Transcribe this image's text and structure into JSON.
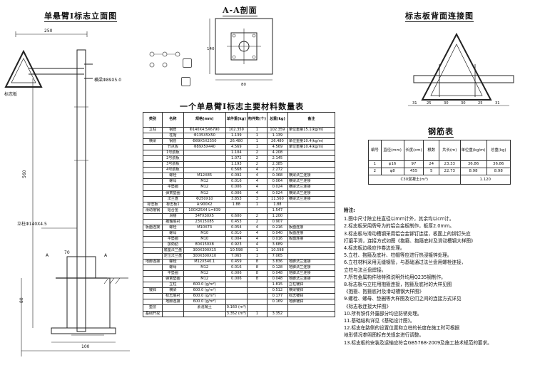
{
  "elevation": {
    "title": "单悬臂Ⅰ标志立面图",
    "dim_top": "250",
    "dim_height": "560",
    "dim_bottom": "100",
    "dim_left_small": "80",
    "label_sign": "标志板",
    "label_arm": "横梁Φ89X5.0",
    "label_post": "立柱Φ140X4.5",
    "label_ground": "70",
    "label_a_left": "A",
    "label_a_right": "A"
  },
  "section_aa": {
    "title": "A-A剖面",
    "dim_side": "140",
    "dim_bottom": "80"
  },
  "back_view": {
    "title": "标志板背面连接图",
    "dims": [
      "31",
      "25",
      "30",
      "30",
      "25",
      "31"
    ]
  },
  "rebar": {
    "title": "钢筋表",
    "headers": [
      "编号",
      "直径(mm)",
      "长度(cm)",
      "根数",
      "共长(m)",
      "单位重(kg/m)",
      "总重(kg)"
    ],
    "rows": [
      [
        "1",
        "φ16",
        "97",
        "24",
        "23.33",
        "36.86",
        "36.86"
      ],
      [
        "2",
        "φ8",
        "455",
        "5",
        "22.73",
        "8.98",
        "8.98"
      ]
    ],
    "footer_label": "C30混凝土(m³)",
    "footer_value": "1.120"
  },
  "materials": {
    "title": "一个单悬臂Ⅰ标志主要材料数量表",
    "headers": [
      "类别",
      "名称",
      "规格(mm)",
      "单件重(kg)",
      "构件数(个)",
      "总重(kg)",
      "备注"
    ],
    "rows": [
      [
        "立柱",
        "钢管",
        "Φ140X4.5X6790",
        "102.359",
        "1",
        "102.359",
        "单位重量15.1(kg/m)"
      ],
      [
        "",
        "柱帽",
        "Φ135X5X50",
        "1.139",
        "1",
        "1.139",
        ""
      ],
      [
        "横梁",
        "钢管",
        "Φ89X5X2550",
        "26.480",
        "1",
        "26.480",
        "单位重量10.4(kg/m)"
      ],
      [
        "",
        "节点板",
        "Φ89X5X440",
        "4.569",
        "1",
        "4.569",
        "单位重量10.4(kg/m)"
      ],
      [
        "",
        "1号肋板",
        "",
        "1.104",
        "2",
        "4.208",
        ""
      ],
      [
        "",
        "2号肋板",
        "",
        "1.072",
        "2",
        "2.145",
        ""
      ],
      [
        "",
        "3号肋板",
        "",
        "1.193",
        "2",
        "2.385",
        ""
      ],
      [
        "",
        "4号肋板",
        "",
        "0.568",
        "4",
        "2.272",
        ""
      ],
      [
        "",
        "螺栓",
        "M12X85",
        "0.092",
        "4",
        "0.368",
        "横梁法兰连接"
      ],
      [
        "",
        "螺母",
        "M12",
        "0.016",
        "4",
        "0.064",
        "横梁法兰连接"
      ],
      [
        "",
        "平垫圈",
        "M12",
        "0.006",
        "4",
        "0.024",
        "横梁法兰连接"
      ],
      [
        "",
        "弹簧垫圈",
        "M12",
        "0.006",
        "4",
        "0.024",
        "横梁法兰连接"
      ],
      [
        "",
        "法兰盘",
        "Φ250X10",
        "3.853",
        "3",
        "11.560",
        "横梁法兰连接"
      ],
      [
        "标志板",
        "标志板1",
        "A:900X2",
        "1.88",
        "1",
        "1.88",
        ""
      ],
      [
        "滑动槽钢",
        "铝合金",
        "100X25X4 L=839",
        "",
        "",
        "1.547",
        ""
      ],
      [
        "",
        "滑槽",
        "34TX30X5",
        "0.600",
        "2",
        "1.200",
        ""
      ],
      [
        "",
        "抱箍底衬",
        "23X15X85",
        "0.453",
        "2",
        "0.907",
        ""
      ],
      [
        "板面连接",
        "螺栓",
        "M10X73",
        "0.054",
        "4",
        "0.216",
        "板面连接"
      ],
      [
        "",
        "螺母",
        "M10",
        "0.010",
        "4",
        "0.040",
        "板面连接"
      ],
      [
        "",
        "平垫圈",
        "M10",
        "0.004",
        "4",
        "0.016",
        "板面连接"
      ],
      [
        "",
        "加劲肋",
        "80X150X8",
        "0.923",
        "4",
        "3.689",
        ""
      ],
      [
        "",
        "底座法兰盘",
        "300X300X15",
        "10.598",
        "1",
        "10.598",
        ""
      ],
      [
        "",
        "定位法兰盘",
        "300X300X10",
        "7.065",
        "1",
        "7.065",
        ""
      ],
      [
        "地脚连接",
        "螺栓",
        "M12X540.1",
        "0.459",
        "8",
        "3.836",
        "地脚法兰连接"
      ],
      [
        "",
        "螺母",
        "M12",
        "0.016",
        "8",
        "0.128",
        "地脚法兰连接"
      ],
      [
        "",
        "平垫圈",
        "M12",
        "0.006",
        "8",
        "0.048",
        "地脚法兰连接"
      ],
      [
        "",
        "弹簧垫圈",
        "M12",
        "0.006",
        "8",
        "0.048",
        "地脚法兰连接"
      ],
      [
        "",
        "立柱",
        "600.0 (g/m²)",
        "",
        "",
        "1.815",
        "立柱镀锌"
      ],
      [
        "镀锌",
        "横梁",
        "600.0 (g/m²)",
        "",
        "",
        "0.512",
        "横梁镀锌"
      ],
      [
        "",
        "标志底衬",
        "600.0 (g/m²)",
        "",
        "",
        "0.177",
        "标志镀锌"
      ],
      [
        "",
        "地脚连接",
        "600.0 (g/m²)",
        "",
        "",
        "0.169",
        "地脚镀锌"
      ],
      [
        "垫层",
        "",
        "素混凝土",
        "0.160 (m³)",
        "",
        "",
        ""
      ],
      [
        "基础开挖",
        "",
        "",
        "3.352 (m³)",
        "1",
        "3.352",
        ""
      ]
    ]
  },
  "notes": {
    "title": "附注:",
    "lines": [
      "1.图中尺寸除立柱直径以mm计外，其余均以cm计。",
      "2.标志板采用牌号为的铝合金板制作，板厚2.0mm。",
      "3.标志板与滑动槽钢采用铝合金铆钉连接，板面上的铆钉头应",
      "   打磨平滑，连接方式如图《抱箍、抱箍底衬及滑动槽钢大样图》",
      "4.标志板边缘应作卷边处理。",
      "5.立柱、抱箍及底衬、柱帽等应进行热浸镀锌处理。",
      "6.立柱材料采用无缝钢管，与基础通过法兰盘用螺栓连接，",
      "   立柱与法兰盘焊接。",
      "7.所有金属构件除特殊说明外均用Q235钢制作。",
      "8.标志板与立柱用抱箍连接，抱箍及底衬的大样见图",
      "   《抱箍、抱箍底衬及滑动槽钢大样图》",
      "9.螺栓、螺母、垫圈等大样图及它们之间的连接方式详见",
      "   《标志板连接大样图》",
      "10.所有铁件外露部分均应防锈处理。",
      "11.基础结构详见《基础设计图》。",
      "12.标志在路侧的设置位置和立柱的长度在施工时可根据",
      "   地形情况参照图标有关规定进行调整。",
      "13.标志板的安装及运输应符合GB5768-2009及施工技术规范的要求。"
    ]
  }
}
